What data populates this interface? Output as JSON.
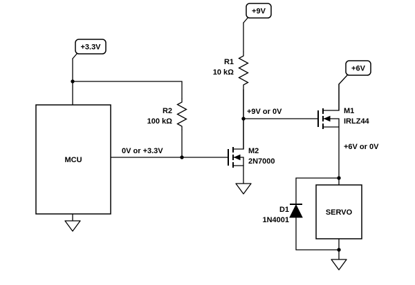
{
  "flags": {
    "v33": {
      "label": "+3.3V"
    },
    "v9": {
      "label": "+9V"
    },
    "v6": {
      "label": "+6V"
    }
  },
  "blocks": {
    "mcu": {
      "label": "MCU"
    },
    "servo": {
      "label": "SERVO"
    }
  },
  "components": {
    "r1": {
      "ref": "R1",
      "value": "10 kΩ"
    },
    "r2": {
      "ref": "R2",
      "value": "100 kΩ"
    },
    "m2": {
      "ref": "M2",
      "value": "2N7000"
    },
    "m1": {
      "ref": "M1",
      "value": "IRLZ44"
    },
    "d1": {
      "ref": "D1",
      "value": "1N4001"
    }
  },
  "net_labels": {
    "mcu_output": "0V or +3.3V",
    "m2_drain": "+9V or 0V",
    "m1_source": "+6V or 0V"
  },
  "colors": {
    "wire": "#000000",
    "background": "#ffffff",
    "component_fill": "#ffffff"
  }
}
